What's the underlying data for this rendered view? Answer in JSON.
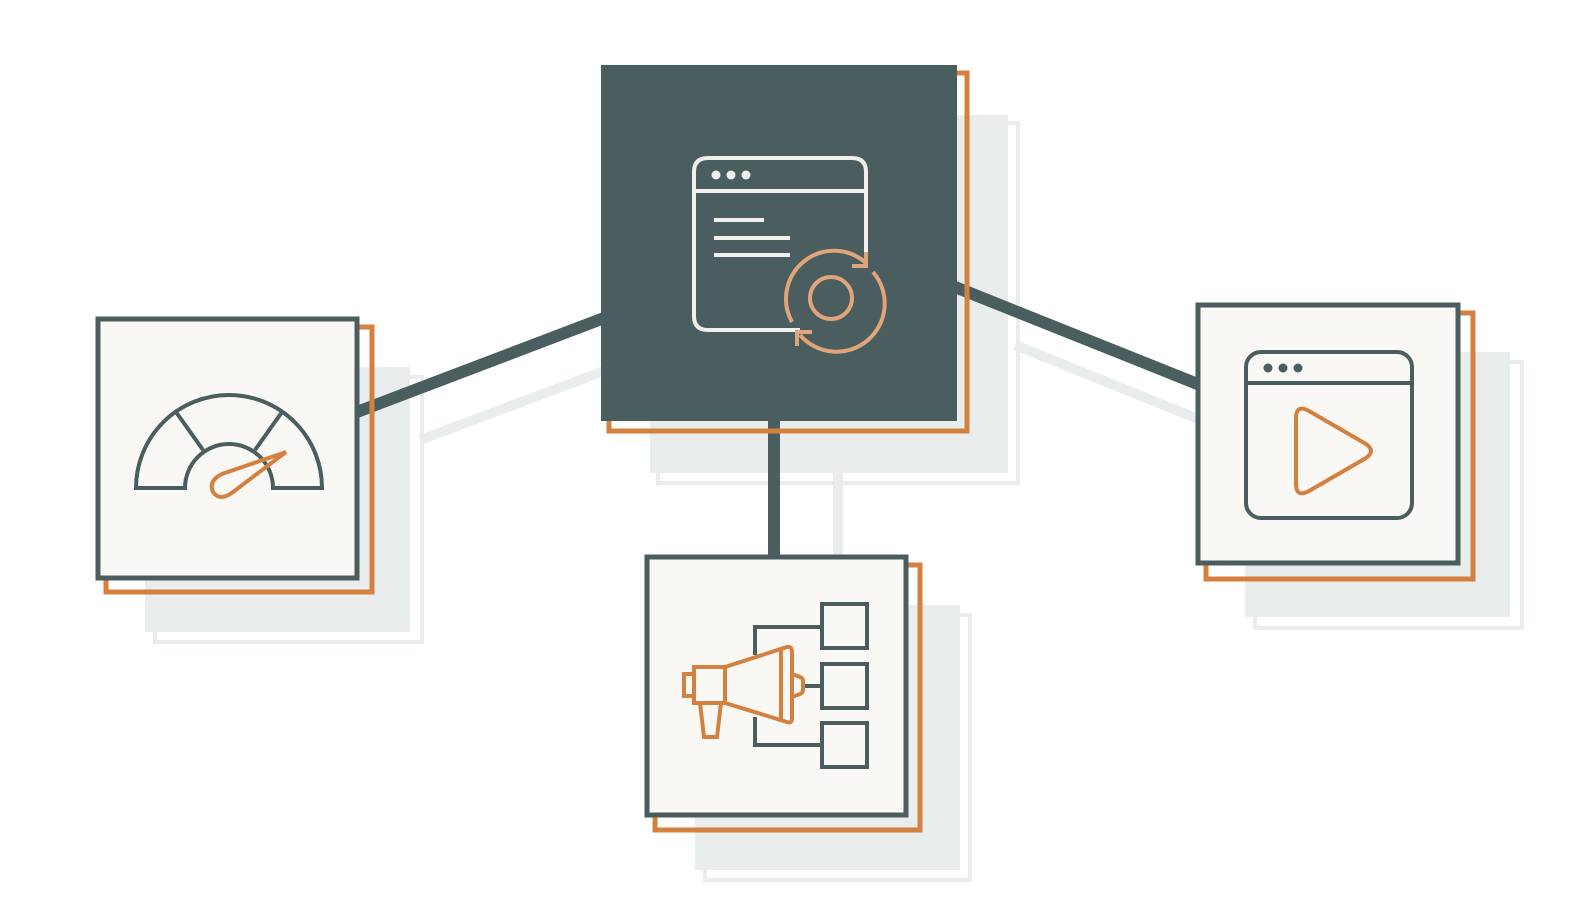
{
  "colors": {
    "primary": "#4a5e5f",
    "accent": "#d4813f",
    "accent_light": "#e0a57a",
    "card_fill": "#f9f8f5",
    "shadow": "#e9eeec",
    "background": "#ffffff"
  },
  "nodes": [
    {
      "id": "center",
      "icon": "browser-settings-gear-icon",
      "style": "filled-dark"
    },
    {
      "id": "left",
      "icon": "speedometer-gauge-icon",
      "style": "outlined"
    },
    {
      "id": "right",
      "icon": "browser-video-play-icon",
      "style": "outlined"
    },
    {
      "id": "bottom",
      "icon": "megaphone-distribution-icon",
      "style": "outlined"
    }
  ],
  "connections": [
    {
      "from": "center",
      "to": "left"
    },
    {
      "from": "center",
      "to": "right"
    },
    {
      "from": "center",
      "to": "bottom"
    }
  ]
}
